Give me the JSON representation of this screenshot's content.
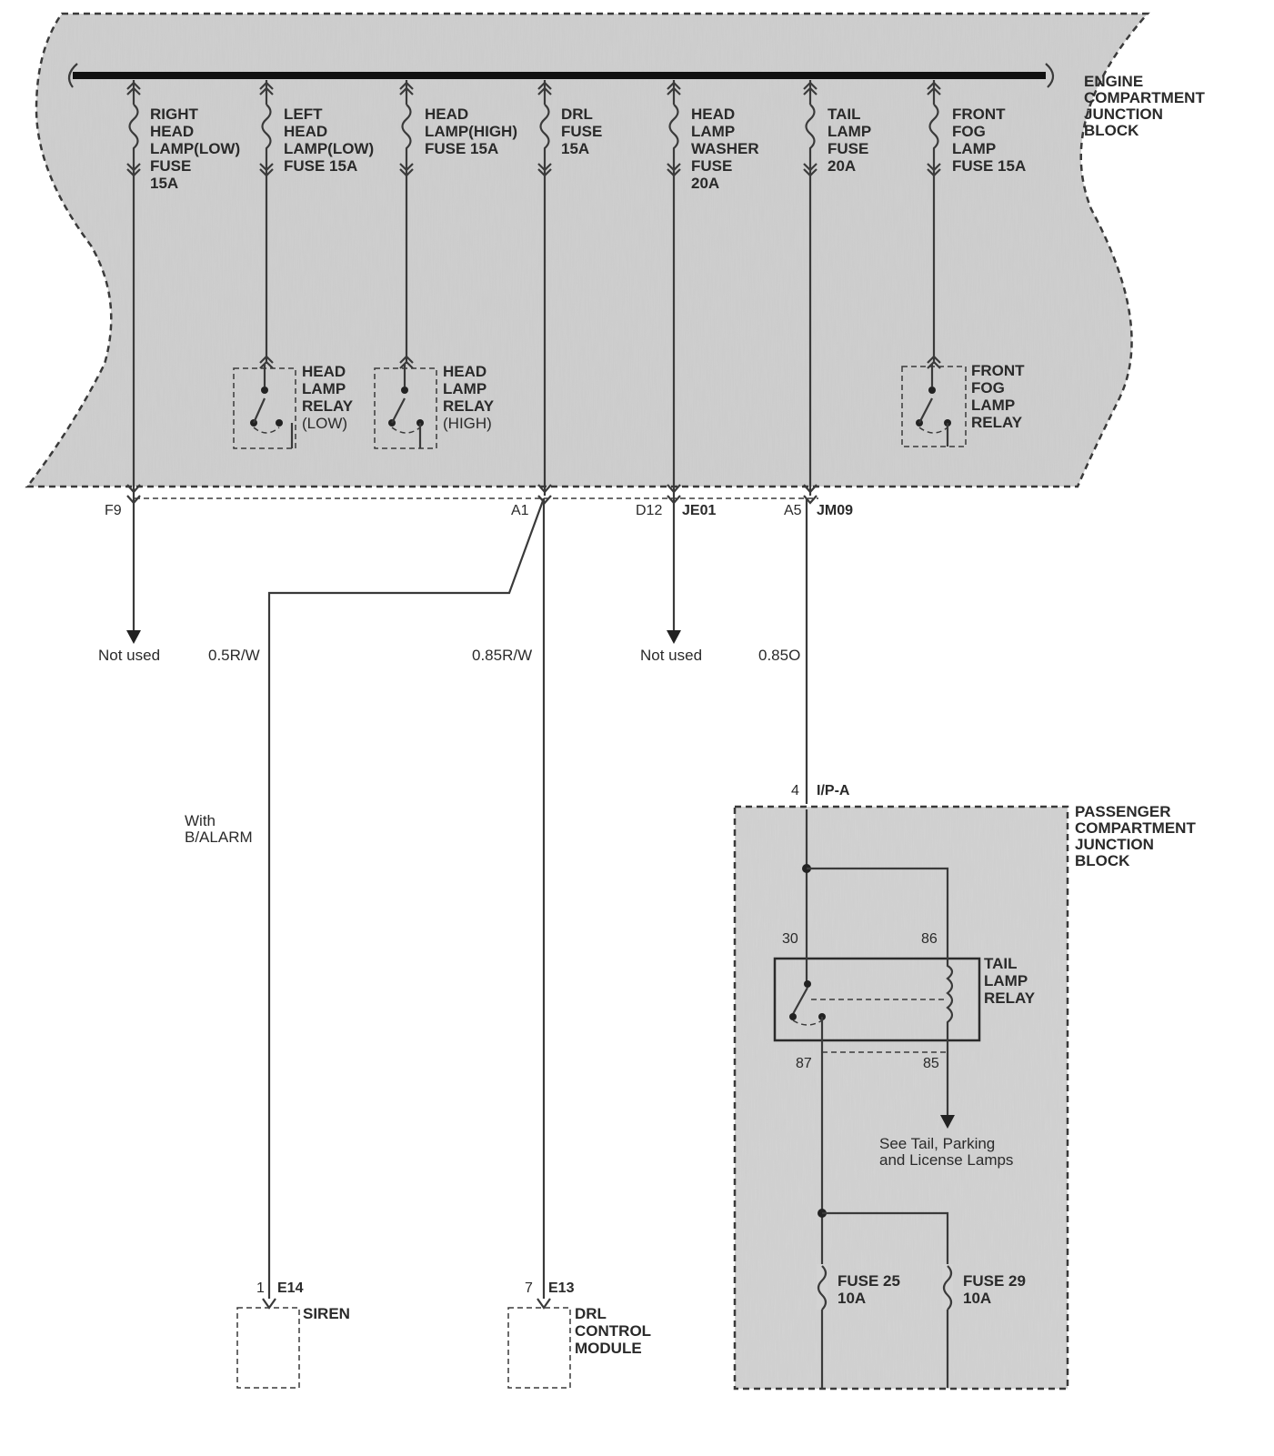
{
  "engine_block": {
    "label": [
      "ENGINE",
      "COMPARTMENT",
      "JUNCTION",
      "BLOCK"
    ],
    "fuses": [
      {
        "id": "right-head-lamp-low-fuse",
        "lines": [
          "RIGHT",
          "HEAD",
          "LAMP(LOW)",
          "FUSE",
          "15A"
        ]
      },
      {
        "id": "left-head-lamp-low-fuse",
        "lines": [
          "LEFT",
          "HEAD",
          "LAMP(LOW)",
          "FUSE 15A"
        ]
      },
      {
        "id": "head-lamp-high-fuse",
        "lines": [
          "HEAD",
          "LAMP(HIGH)",
          "FUSE 15A"
        ]
      },
      {
        "id": "drl-fuse",
        "lines": [
          "DRL",
          "FUSE",
          "15A"
        ]
      },
      {
        "id": "head-lamp-washer-fuse",
        "lines": [
          "HEAD",
          "LAMP",
          "WASHER",
          "FUSE",
          "20A"
        ]
      },
      {
        "id": "tail-lamp-fuse",
        "lines": [
          "TAIL",
          "LAMP",
          "FUSE",
          "20A"
        ]
      },
      {
        "id": "front-fog-lamp-fuse",
        "lines": [
          "FRONT",
          "FOG",
          "LAMP",
          "FUSE 15A"
        ]
      }
    ],
    "relays": [
      {
        "id": "head-lamp-relay-low",
        "lines": [
          "HEAD",
          "LAMP",
          "RELAY",
          "(LOW)"
        ]
      },
      {
        "id": "head-lamp-relay-high",
        "lines": [
          "HEAD",
          "LAMP",
          "RELAY",
          "(HIGH)"
        ]
      },
      {
        "id": "front-fog-lamp-relay",
        "lines": [
          "FRONT",
          "FOG",
          "LAMP",
          "RELAY"
        ]
      }
    ]
  },
  "pins": {
    "f9": "F9",
    "a1": "A1",
    "d12": "D12",
    "je01": "JE01",
    "a5": "A5",
    "jm09": "JM09",
    "ipa_pin": "4",
    "ipa": "I/P-A",
    "e14_pin": "1",
    "e14": "E14",
    "e13_pin": "7",
    "e13": "E13",
    "r30": "30",
    "r86": "86",
    "r87": "87",
    "r85": "85"
  },
  "wires": {
    "not_used_1": "Not used",
    "not_used_2": "Not used",
    "siren_wire": "0.5R/W",
    "drl_wire": "0.85R/W",
    "tail_wire": "0.85O",
    "with_balarm": [
      "With",
      "B/ALARM"
    ]
  },
  "passenger_block": {
    "label": [
      "PASSENGER",
      "COMPARTMENT",
      "JUNCTION",
      "BLOCK"
    ],
    "relay": [
      "TAIL",
      "LAMP",
      "RELAY"
    ],
    "see_ref": [
      "See Tail, Parking",
      "and License Lamps"
    ],
    "fuse25": [
      "FUSE 25",
      "10A"
    ],
    "fuse29": [
      "FUSE 29",
      "10A"
    ]
  },
  "components": {
    "siren": [
      "SIREN"
    ],
    "drl_module": [
      "DRL",
      "CONTROL",
      "MODULE"
    ]
  }
}
